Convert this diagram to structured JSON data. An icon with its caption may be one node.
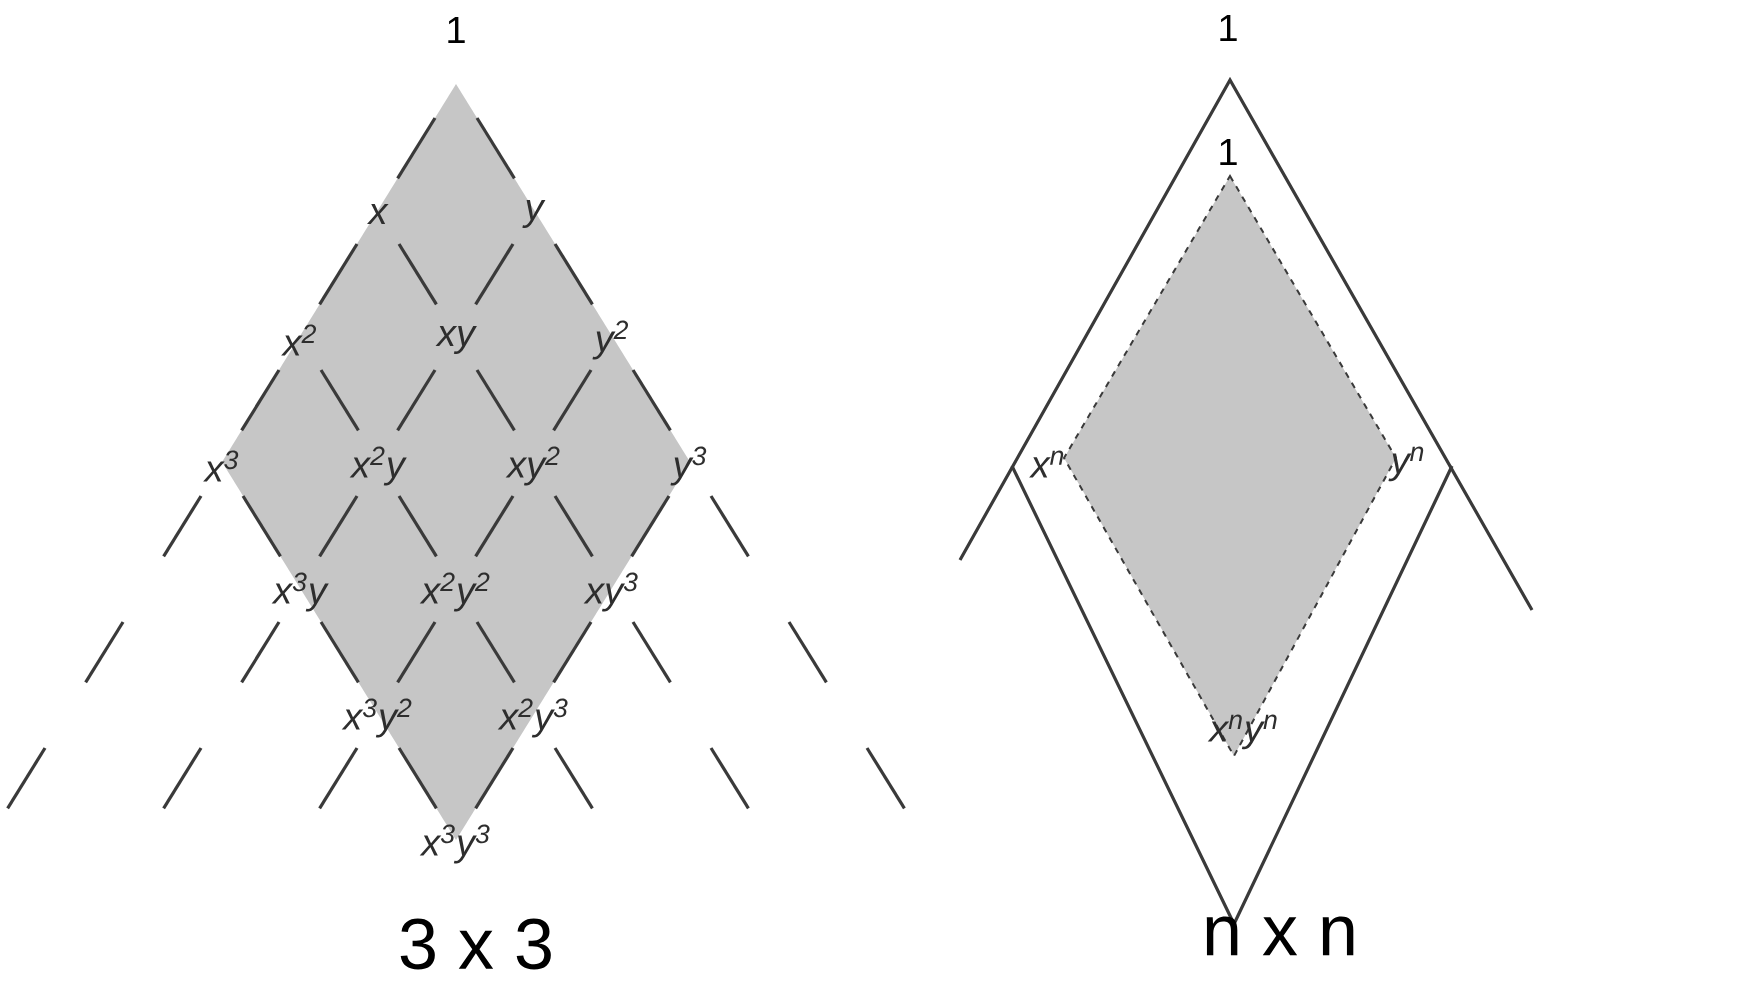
{
  "diagram": {
    "labels": [
      "1",
      "x",
      "y",
      "x$^{2}$",
      "xy",
      "y$^{2}$",
      "x$^{3}$",
      "x$^{2}$y",
      "xy$^{2}$",
      "y$^{3}$",
      "x$^{3}$y",
      "x$^{2}$y$^{2}$",
      "xy$^{3}$",
      "x$^{3}$y$^{2}$",
      "x$^{2}$y$^{3}$",
      "x$^{3}$y$^{3}$",
      "3 x 3",
      "1",
      "1",
      "x$^{n}$",
      "y$^{n}$",
      "x$^{n}$y$^{n}$",
      "n x n"
    ]
  }
}
